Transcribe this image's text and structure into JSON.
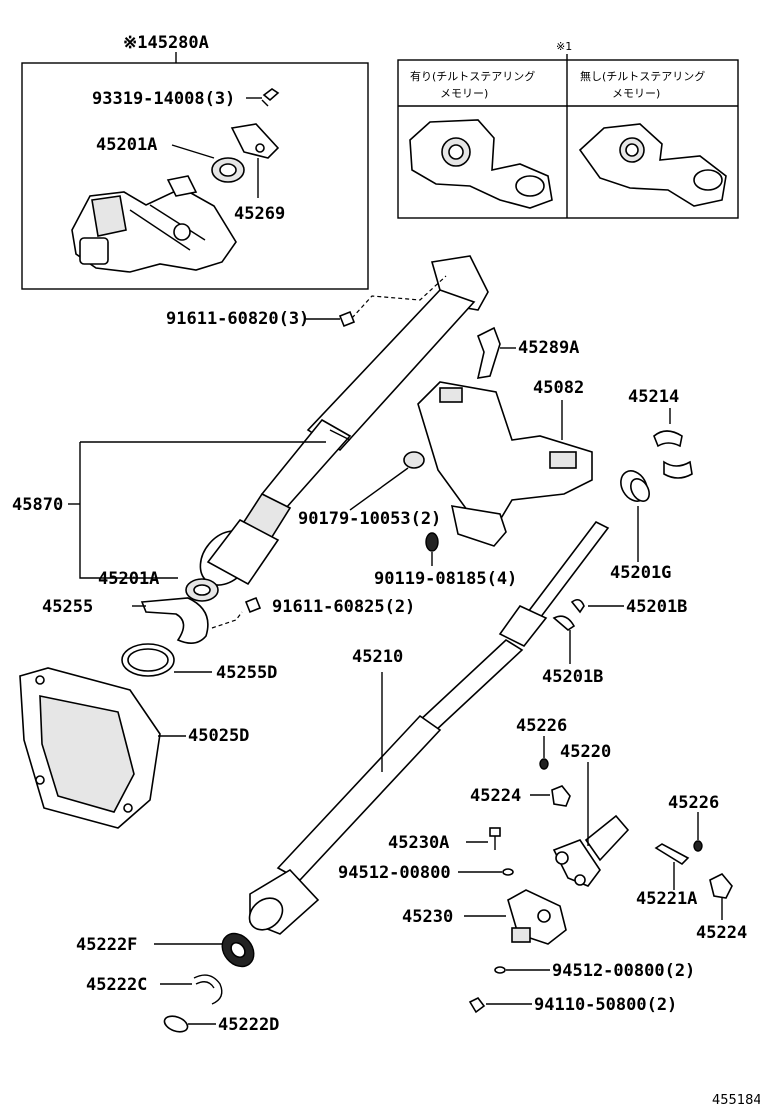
{
  "labels": {
    "assy_45280A": "※145280A",
    "p93319": "93319-14008(3)",
    "p45201A_top": "45201A",
    "p45269": "45269",
    "note_mark": "※1",
    "note_col1_line1": "有り(チルトステアリング",
    "note_col1_line2": "メモリー)",
    "note_col2_line1": "無し(チルトステアリング",
    "note_col2_line2": "メモリー)",
    "p91611_60820": "91611-60820(3)",
    "p45289A": "45289A",
    "p45082": "45082",
    "p45214": "45214",
    "p45870": "45870",
    "p90179": "90179-10053(2)",
    "p45201G": "45201G",
    "p90119": "90119-08185(4)",
    "p45201A_mid": "45201A",
    "p45255": "45255",
    "p91611_60825": "91611-60825(2)",
    "p45201B_a": "45201B",
    "p45201B_b": "45201B",
    "p45255D": "45255D",
    "p45210": "45210",
    "p45025D": "45025D",
    "p45226_a": "45226",
    "p45220": "45220",
    "p45224_a": "45224",
    "p45226_b": "45226",
    "p45230A": "45230A",
    "p94512_a": "94512-00800",
    "p45221A": "45221A",
    "p45230": "45230",
    "p45224_b": "45224",
    "p45222F": "45222F",
    "p94512_b": "94512-00800(2)",
    "p45222C": "45222C",
    "p94110": "94110-50800(2)",
    "p45222D": "45222D",
    "figure_no": "455184"
  }
}
